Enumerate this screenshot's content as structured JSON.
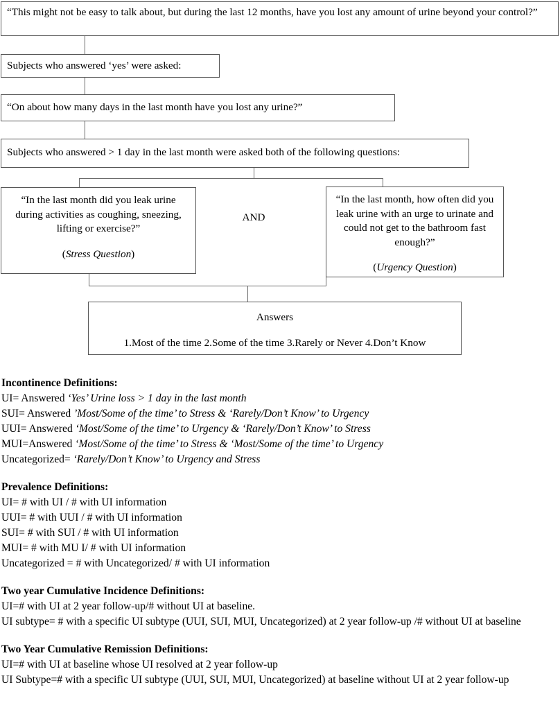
{
  "flowchart": {
    "q1": "“This might not be easy to talk about, but during the last 12 months, have you lost any amount of urine beyond your control?”",
    "q2": "Subjects who answered ‘yes’ were asked:",
    "q3": "“On about how many days in the last month have you lost any urine?”",
    "q4": "Subjects who answered > 1 day in the last month were asked both of the following questions:",
    "stress_question": "“In the last month did you leak urine during activities as coughing, sneezing, lifting or exercise?”",
    "stress_label_open": "(",
    "stress_label_italic": "Stress Question",
    "stress_label_close": ")",
    "and_label": "AND",
    "urgency_question": "“In the last month, how often did you leak urine with an urge to urinate and could not get to the bathroom fast enough?”",
    "urgency_label_open": "(",
    "urgency_label_italic": "Urgency Question",
    "urgency_label_close": ")",
    "answers_title": "Answers",
    "answers_options": "1.Most of the time   2.Some of the time 3.Rarely or Never  4.Don’t Know"
  },
  "definitions": {
    "incontinence": {
      "heading": "Incontinence Definitions:",
      "lines": [
        {
          "plain": "UI= Answered ",
          "italic": "‘Yes’ Urine loss > 1 day in the last month",
          "tail": ""
        },
        {
          "plain": "SUI= Answered ",
          "italic": "’Most/Some of the time’ to Stress & ‘Rarely/Don’t Know’ to Urgency",
          "tail": ""
        },
        {
          "plain": "UUI= Answered ",
          "italic": "‘Most/Some of the time’ to Urgency & ‘Rarely/Don’t Know’ to Stress",
          "tail": ""
        },
        {
          "plain": "MUI=Answered ",
          "italic": "‘Most/Some of the time’ to Stress & ‘Most/Some of the time’ to Urgency",
          "tail": ""
        },
        {
          "plain": "Uncategorized= ",
          "italic": "‘Rarely/Don’t Know’ to Urgency and Stress",
          "tail": ""
        }
      ]
    },
    "prevalence": {
      "heading": "Prevalence Definitions:",
      "lines": [
        "UI= # with UI / # with UI information",
        "UUI= # with UUI / # with UI information",
        "SUI= # with SUI / # with UI information",
        "MUI= # with MU I/ # with UI information",
        "Uncategorized = # with Uncategorized/ # with UI information"
      ]
    },
    "incidence": {
      "heading": "Two year Cumulative Incidence Definitions:",
      "lines": [
        "UI=# with UI at 2 year follow-up/# without UI at baseline.",
        "UI subtype= # with a specific UI subtype (UUI, SUI, MUI, Uncategorized) at 2 year follow-up /# without UI at baseline"
      ]
    },
    "remission": {
      "heading": "Two Year Cumulative Remission Definitions:",
      "lines": [
        "UI=# with UI at baseline whose UI resolved at 2 year follow-up",
        "UI Subtype=# with a specific UI subtype (UUI, SUI, MUI, Uncategorized) at baseline without UI at 2 year follow-up"
      ]
    }
  }
}
